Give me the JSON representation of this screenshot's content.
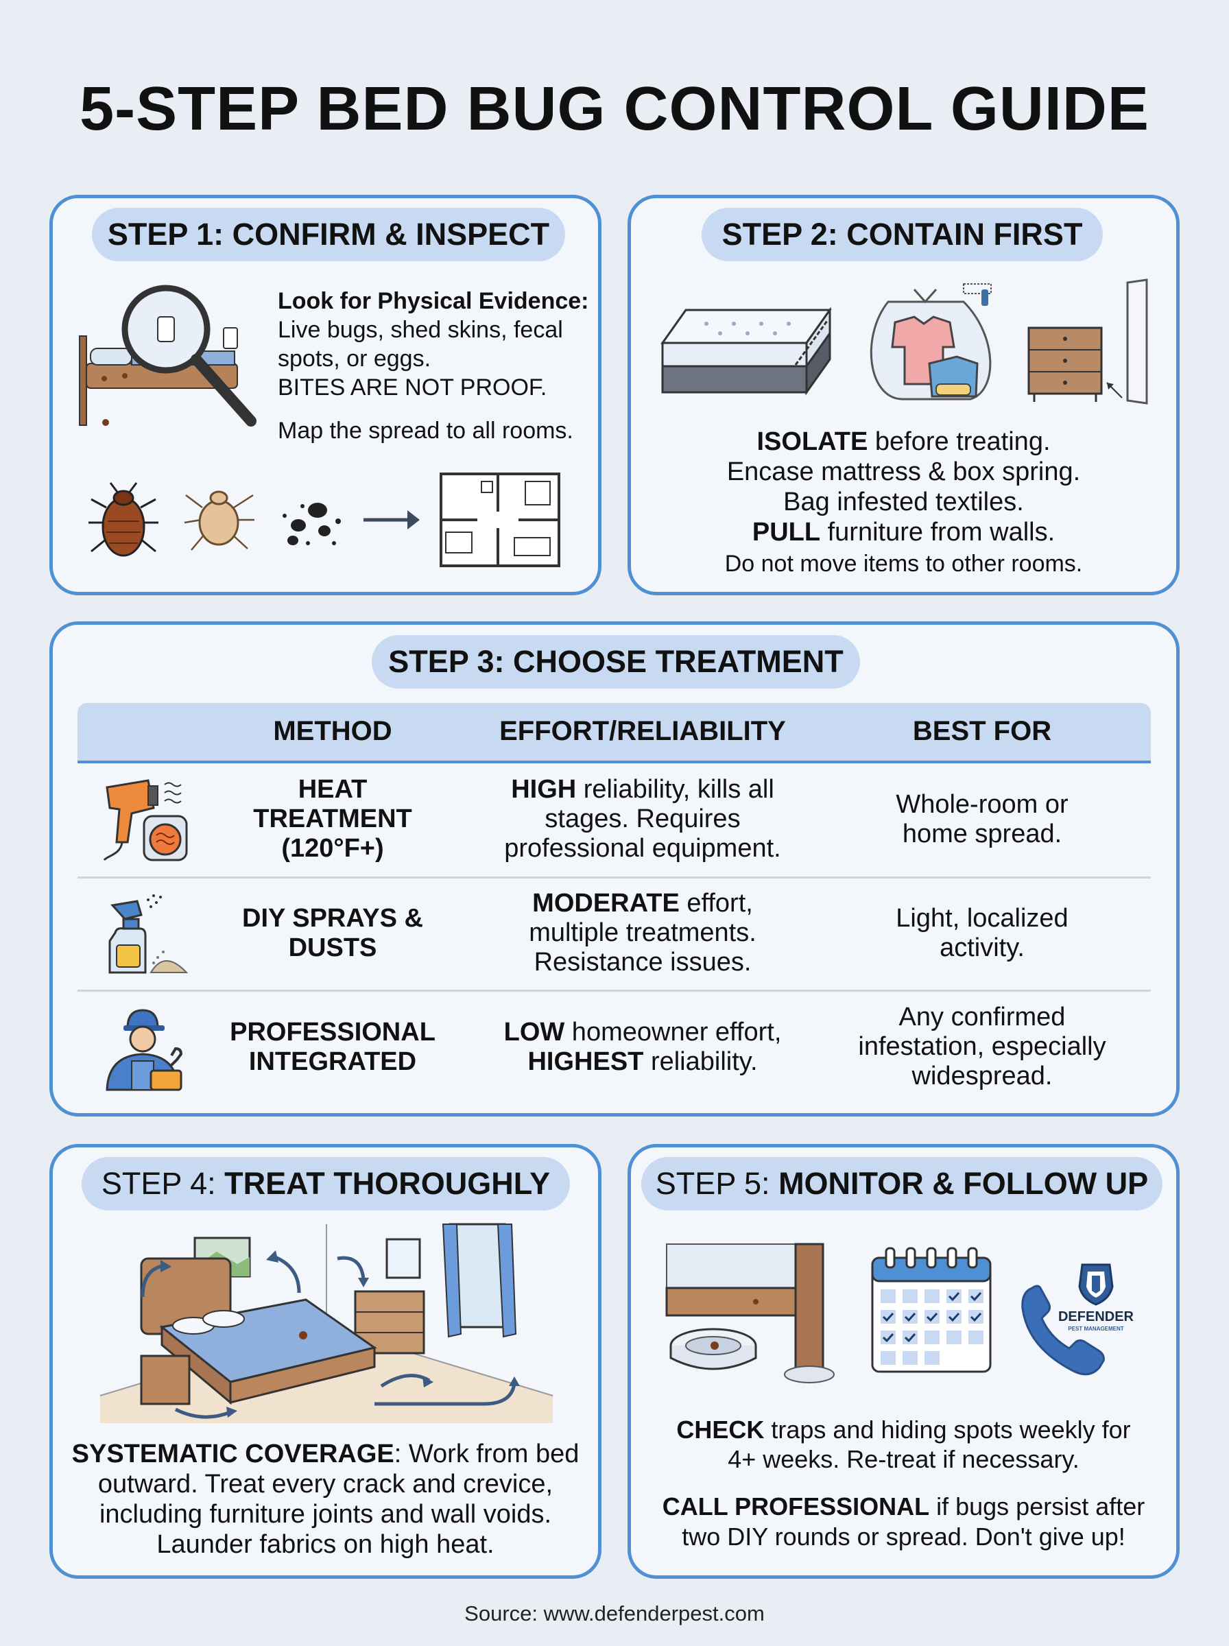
{
  "title": "5-STEP BED BUG CONTROL GUIDE",
  "colors": {
    "border": "#4f8fd3",
    "pill": "#c8daf1",
    "background": "#e9eef5",
    "card": "#f3f6fb"
  },
  "step1": {
    "heading": "STEP 1: CONFIRM & INSPECT",
    "evidence_title": "Look for Physical Evidence:",
    "evidence_lines": [
      "Live bugs, shed skins, fecal",
      "spots, or eggs.",
      "BITES ARE NOT PROOF."
    ],
    "map_note": "Map the spread to all rooms.",
    "icons": [
      "magnifier-bed-icon",
      "bed-bug-icon",
      "nymph-icon",
      "fecal-spots-icon",
      "arrow-icon",
      "floor-plan-icon"
    ]
  },
  "step2": {
    "heading": "STEP 2: CONTAIN FIRST",
    "l1_bold": "ISOLATE",
    "l1_rest": " before treating.",
    "l2": "Encase mattress & box spring.",
    "l3": "Bag infested textiles.",
    "l4_bold": "PULL",
    "l4_rest": " furniture from walls.",
    "l5": "Do not move items to other rooms.",
    "icons": [
      "mattress-encasement-icon",
      "bagged-clothes-icon",
      "nightstand-icon"
    ]
  },
  "step3": {
    "heading": "STEP 3: CHOOSE TREATMENT",
    "columns": [
      "METHOD",
      "EFFORT/RELIABILITY",
      "BEST FOR"
    ],
    "rows": [
      {
        "icon": "heat-gun-icon",
        "method": [
          "HEAT",
          "TREATMENT",
          "(120°F+)"
        ],
        "effort_b1": "HIGH",
        "effort_r1": " reliability, kills all",
        "effort_l2": "stages. Requires",
        "effort_l3": "professional equipment.",
        "best": [
          "Whole-room or",
          "home spread."
        ]
      },
      {
        "icon": "spray-bottle-icon",
        "method": [
          "DIY SPRAYS &",
          "DUSTS"
        ],
        "effort_b1": "MODERATE",
        "effort_r1": " effort,",
        "effort_l2": "multiple treatments.",
        "effort_l3": "Resistance issues.",
        "best": [
          "Light, localized",
          "activity."
        ]
      },
      {
        "icon": "technician-icon",
        "method": [
          "PROFESSIONAL",
          "INTEGRATED"
        ],
        "effort_b1": "LOW",
        "effort_r1": " homeowner effort,",
        "effort_b2": "HIGHEST",
        "effort_r2": " reliability.",
        "best": [
          "Any confirmed",
          "infestation, especially",
          "widespread."
        ]
      }
    ]
  },
  "step4": {
    "heading_light": "STEP 4: ",
    "heading_bold": "TREAT THOROUGHLY",
    "b1": "SYSTEMATIC COVERAGE",
    "r1": ": Work from bed",
    "lines": [
      "outward. Treat every crack and crevice,",
      "including furniture joints and wall voids.",
      "Launder fabrics on high heat."
    ],
    "icons": [
      "bedroom-icon"
    ]
  },
  "step5": {
    "heading_light": "STEP 5: ",
    "heading_bold": "MONITOR & FOLLOW UP",
    "check_b": "CHECK",
    "check_r": " traps and hiding spots weekly for",
    "check_l2": "4+ weeks. Re-treat if necessary.",
    "call_b": "CALL PROFESSIONAL",
    "call_r": " if bugs persist after",
    "call_l2": "two DIY rounds or spread. Don't give up!",
    "logo_name": "DEFENDER",
    "logo_sub": "PEST MANAGEMENT",
    "icons": [
      "interceptor-trap-icon",
      "calendar-icon",
      "phone-icon",
      "defender-logo-icon"
    ]
  },
  "source": "Source: www.defenderpest.com"
}
